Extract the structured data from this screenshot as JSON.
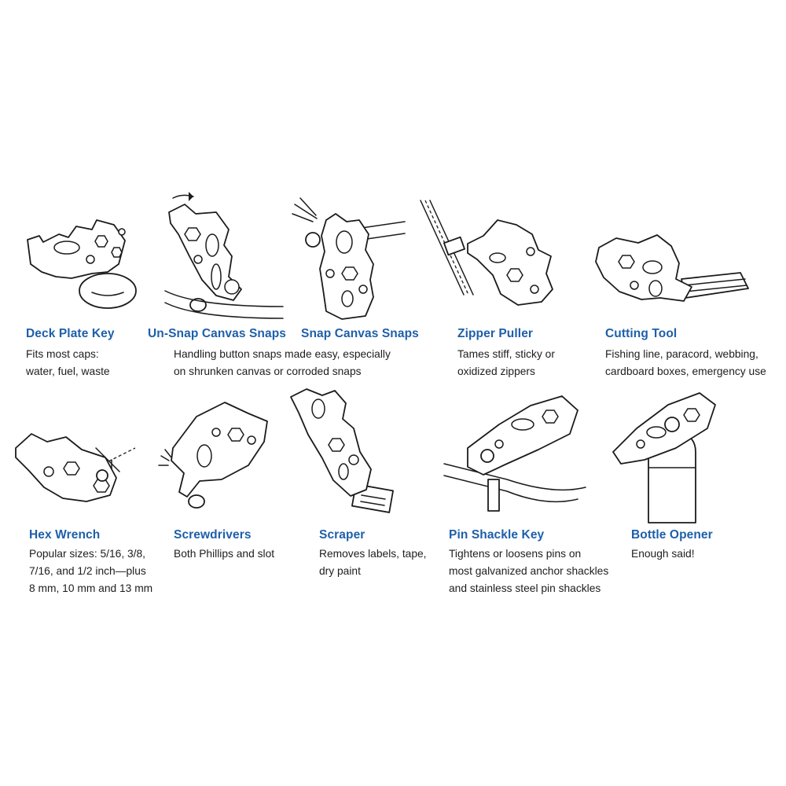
{
  "colors": {
    "title": "#1d5fa9",
    "text": "#1d1d1d",
    "stroke": "#1b1b1b"
  },
  "features": [
    {
      "title": "Deck Plate Key",
      "desc": [
        "Fits most caps:",
        "water, fuel, waste"
      ]
    },
    {
      "title": "Un-Snap Canvas Snaps",
      "desc": [
        "Handling button snaps made easy, especially",
        "on shrunken canvas or corroded snaps"
      ]
    },
    {
      "title": "Snap Canvas Snaps",
      "desc": []
    },
    {
      "title": "Zipper Puller",
      "desc": [
        "Tames stiff, sticky or",
        "oxidized zippers"
      ]
    },
    {
      "title": "Cutting Tool",
      "desc": [
        "Fishing line, paracord, webbing,",
        "cardboard boxes, emergency use"
      ]
    },
    {
      "title": "Hex Wrench",
      "desc": [
        "Popular sizes: 5/16, 3/8,",
        "7/16, and 1/2 inch—plus",
        "8 mm, 10 mm and 13 mm"
      ]
    },
    {
      "title": "Screwdrivers",
      "desc": [
        "Both Phillips and slot"
      ]
    },
    {
      "title": "Scraper",
      "desc": [
        "Removes labels, tape,",
        "dry paint"
      ]
    },
    {
      "title": "Pin Shackle Key",
      "desc": [
        "Tightens or loosens pins on",
        "most galvanized anchor shackles",
        "and stainless steel pin shackles"
      ]
    },
    {
      "title": "Bottle Opener",
      "desc": [
        "Enough said!"
      ]
    }
  ]
}
